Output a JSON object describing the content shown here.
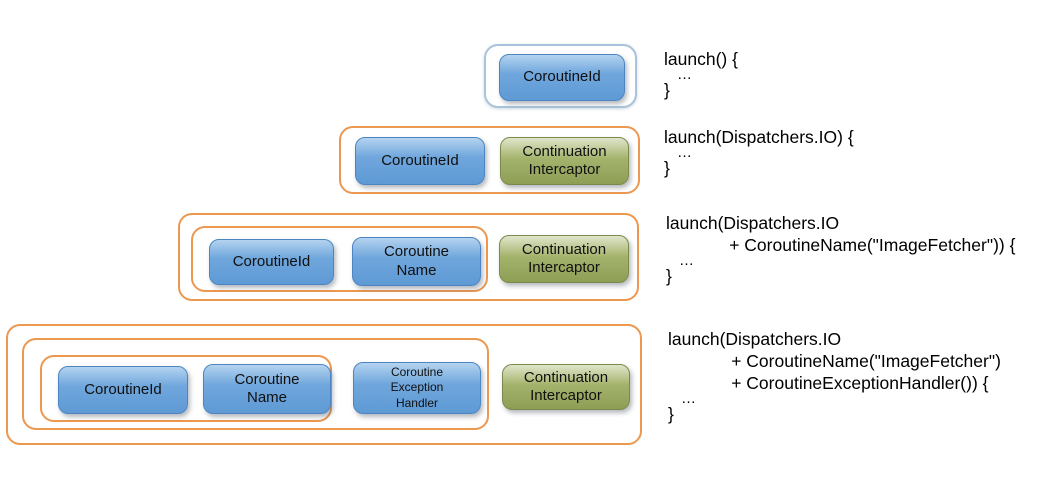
{
  "colors": {
    "box_blue_top": "#b4d3f0",
    "box_blue_mid": "#6fa6dc",
    "box_blue_bottom": "#5f9ad5",
    "box_blue_border": "#4d85c2",
    "box_green_top": "#dfe5cb",
    "box_green_mid": "#a4b36c",
    "box_green_bottom": "#8e9e55",
    "box_green_border": "#7a8a4c",
    "container_orange": "#EC9850",
    "container_blue": "#a9c3dc",
    "code_text": "#000000",
    "box_text": "#101010"
  },
  "rows": [
    {
      "boxes": [
        "CoroutineId"
      ],
      "code": [
        "launch() {",
        "…",
        "}"
      ]
    },
    {
      "boxes": [
        "CoroutineId",
        "Continuation\nIntercaptor"
      ],
      "code": [
        "launch(Dispatchers.IO) {",
        "…",
        "}"
      ]
    },
    {
      "boxes": [
        "CoroutineId",
        "Coroutine\nName",
        "Continuation\nIntercaptor"
      ],
      "code": [
        "launch(Dispatchers.IO",
        "             + CoroutineName(\"ImageFetcher\")) {",
        "…",
        "}"
      ]
    },
    {
      "boxes": [
        "CoroutineId",
        "Coroutine\nName",
        "Coroutine\nException\nHandler",
        "Continuation\nIntercaptor"
      ],
      "code": [
        "launch(Dispatchers.IO",
        "             + CoroutineName(\"ImageFetcher\")",
        "             + CoroutineExceptionHandler()) {",
        "…",
        "}"
      ]
    }
  ]
}
